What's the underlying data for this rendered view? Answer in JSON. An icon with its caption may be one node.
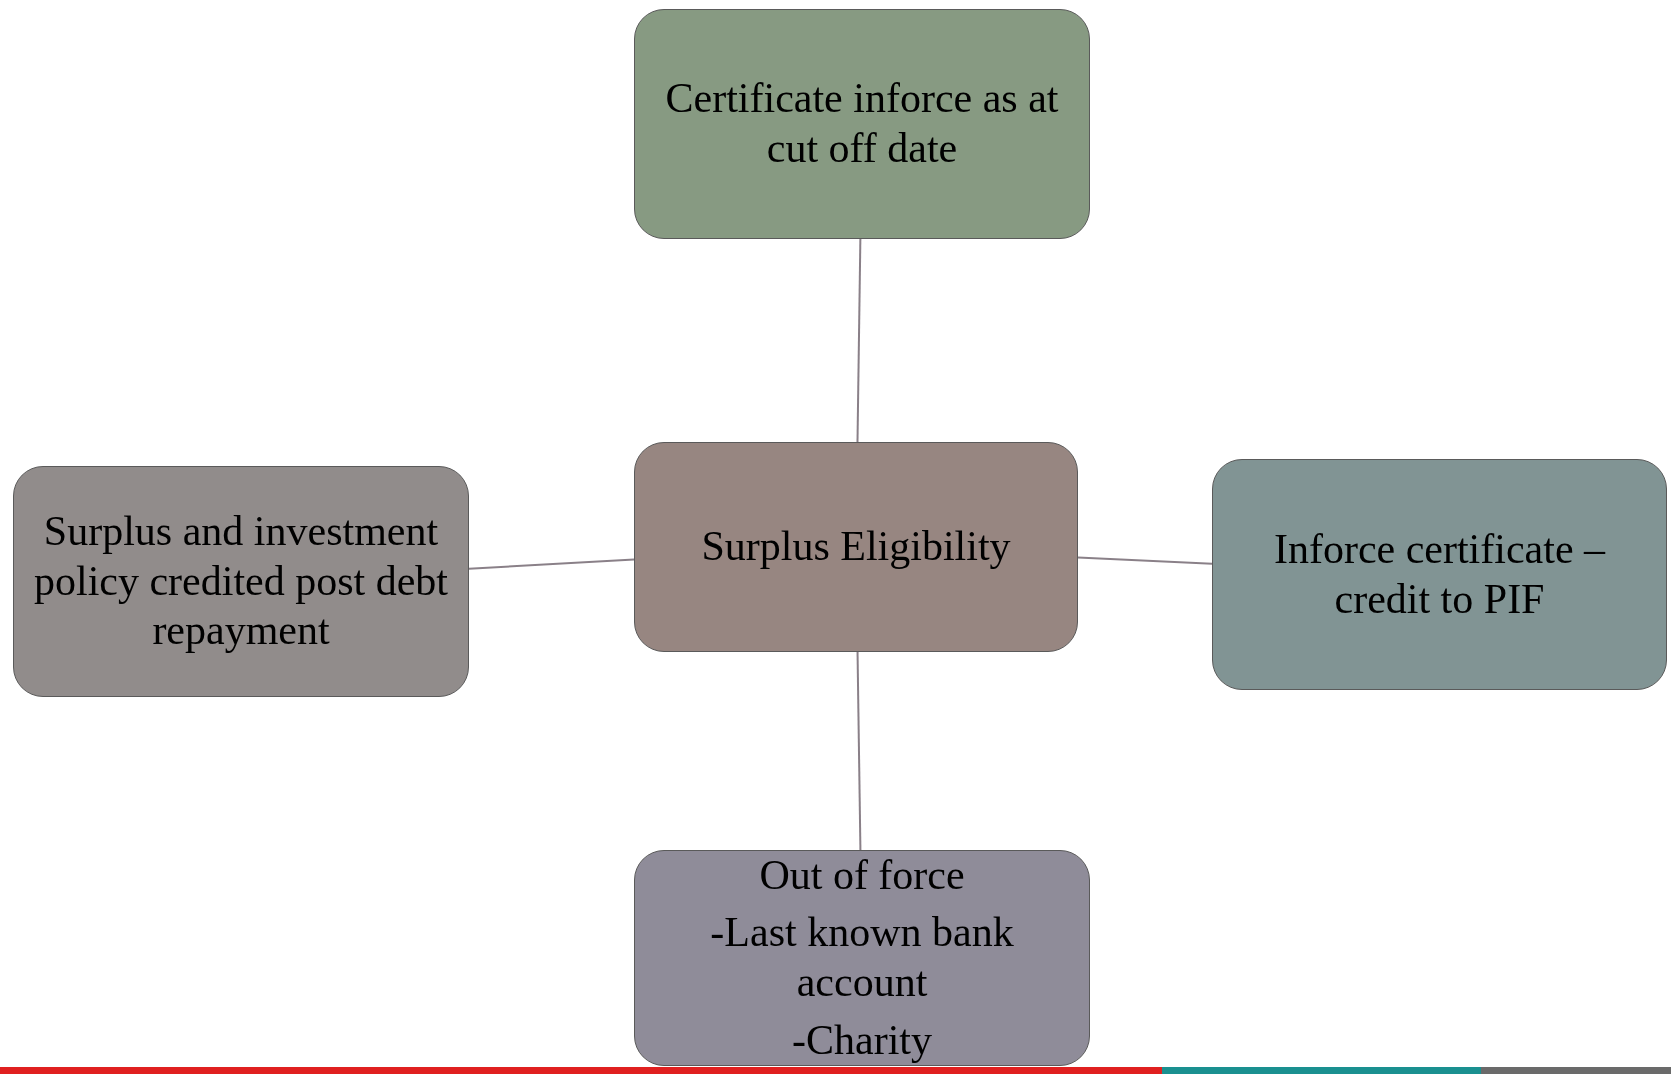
{
  "diagram": {
    "nodes": [
      {
        "text": [
          "Certificate inforce as at cut off date"
        ]
      },
      {
        "text": [
          "Surplus and investment policy credited post debt repayment"
        ]
      },
      {
        "text": [
          "Surplus Eligibility"
        ]
      },
      {
        "text": [
          "Inforce certificate – credit to PIF"
        ]
      },
      {
        "text": [
          "Out of force",
          "-Last known bank account",
          "-Charity"
        ]
      }
    ],
    "edges": [
      {
        "from": 2,
        "to": 0,
        "arrow": "none"
      },
      {
        "from": 2,
        "to": 1,
        "arrow": "none"
      },
      {
        "from": 2,
        "to": 3,
        "arrow": "none"
      },
      {
        "from": 2,
        "to": 4,
        "arrow": "none"
      }
    ]
  }
}
